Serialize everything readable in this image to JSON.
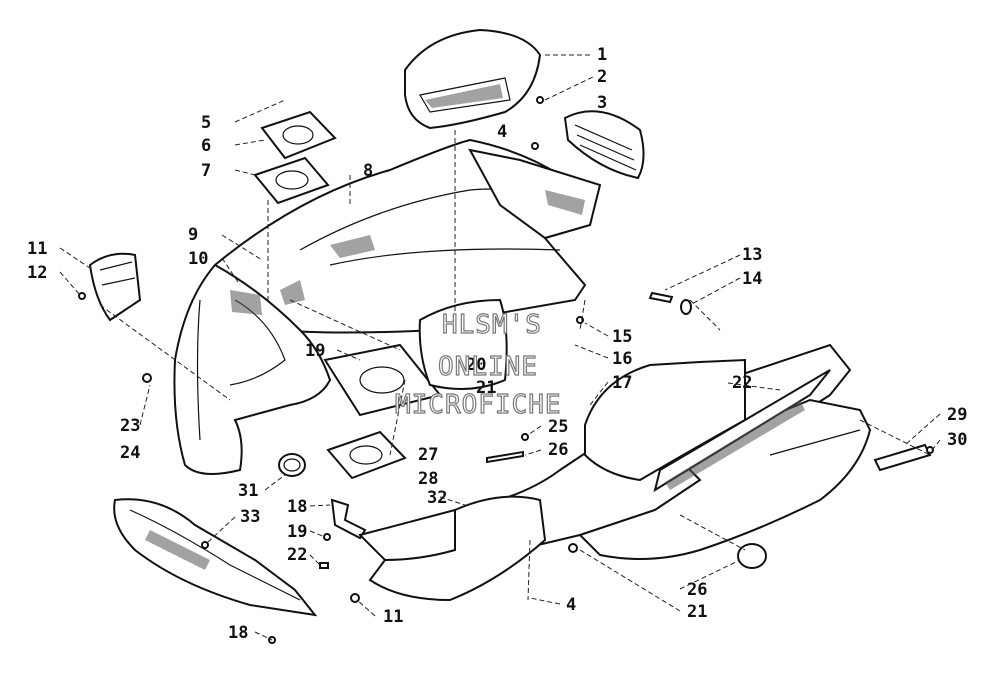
{
  "watermark": [
    "HLSM'S",
    "ONLINE",
    "MICROFICHE"
  ],
  "callouts": [
    "1",
    "2",
    "3",
    "4",
    "5",
    "6",
    "7",
    "8",
    "9",
    "10",
    "11",
    "12",
    "13",
    "14",
    "15",
    "16",
    "17",
    "19",
    "20",
    "21",
    "22",
    "23",
    "24",
    "25",
    "26",
    "27",
    "28",
    "29",
    "30",
    "31",
    "32",
    "33",
    "18"
  ],
  "brand_graphic": "logo-decal"
}
